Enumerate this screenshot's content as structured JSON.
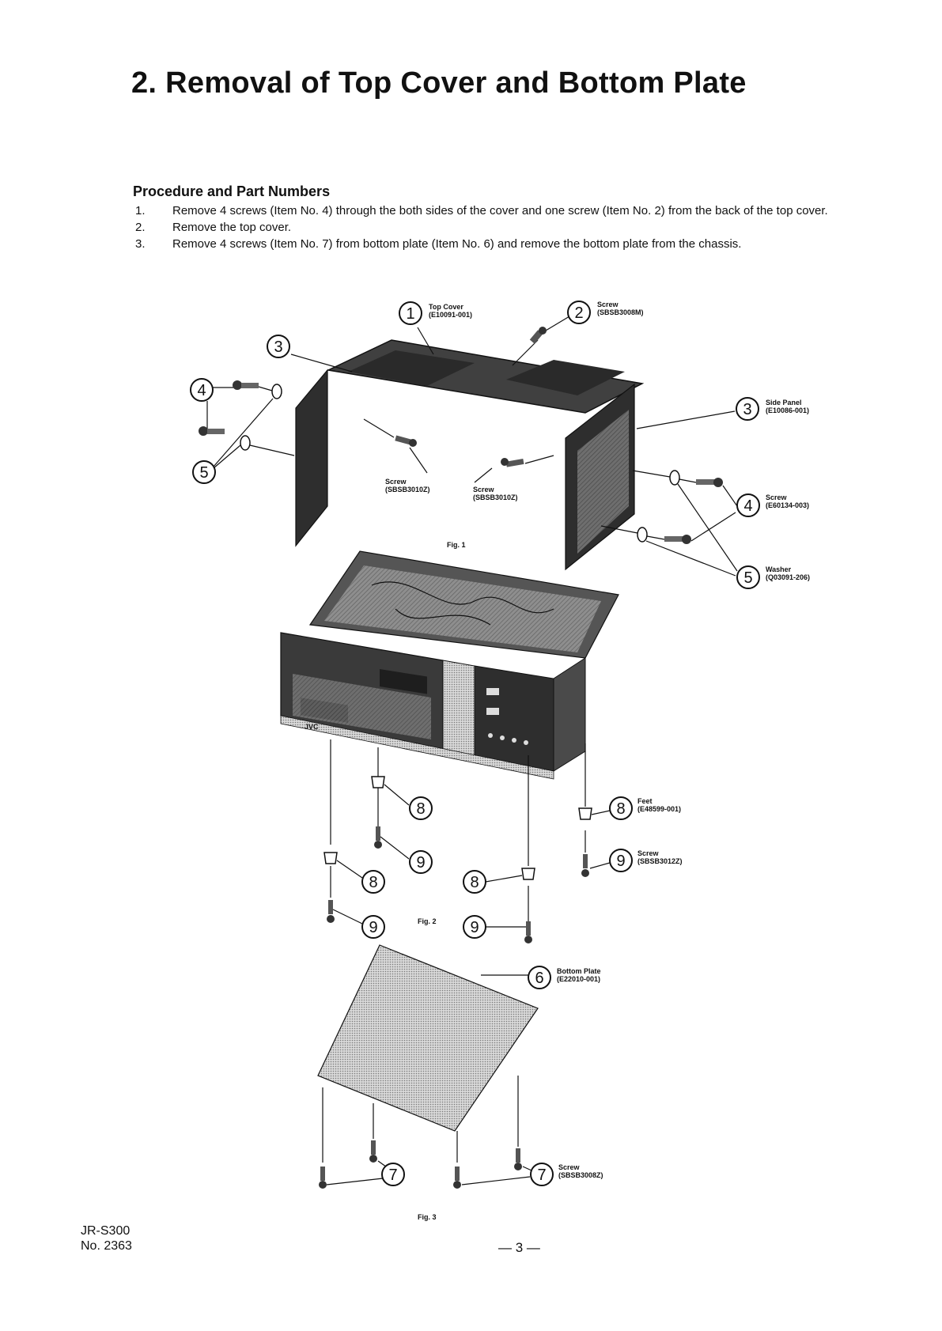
{
  "heading": "2. Removal of Top Cover and Bottom Plate",
  "procedure": {
    "heading": "Procedure and Part Numbers",
    "steps": [
      {
        "num": "1.",
        "text": "Remove 4 screws (Item No. 4) through the both sides of the cover and one screw (Item No. 2) from the back of the top cover."
      },
      {
        "num": "2.",
        "text": "Remove the top cover."
      },
      {
        "num": "3.",
        "text": "Remove 4 screws (Item No. 7) from bottom plate (Item No. 6) and remove the bottom plate from the chassis."
      }
    ]
  },
  "fig1": {
    "caption": "Fig. 1",
    "callouts": {
      "c1": {
        "num": "1",
        "name": "Top Cover",
        "part": "(E10091-001)"
      },
      "c2": {
        "num": "2",
        "name": "Screw",
        "part": "(SBSB3008M)"
      },
      "c3_left": {
        "num": "3"
      },
      "c4_left": {
        "num": "4"
      },
      "c5_left": {
        "num": "5"
      },
      "c3_right": {
        "num": "3",
        "name": "Side Panel",
        "part": "(E10086-001)"
      },
      "c4_right": {
        "num": "4",
        "name": "Screw",
        "part": "(E60134-003)"
      },
      "c5_right": {
        "num": "5",
        "name": "Washer",
        "part": "(Q03091-206)"
      }
    },
    "screw_a": {
      "name": "Screw",
      "part": "(SBSB3010Z)"
    },
    "screw_b": {
      "name": "Screw",
      "part": "(SBSB3010Z)"
    }
  },
  "fig2": {
    "caption": "Fig. 2",
    "brand": "JVC",
    "callouts": {
      "c8_right": {
        "num": "8",
        "name": "Feet",
        "part": "(E48599-001)"
      },
      "c9_right": {
        "num": "9",
        "name": "Screw",
        "part": "(SBSB3012Z)"
      },
      "c8": "8",
      "c9": "9"
    }
  },
  "fig3": {
    "caption": "Fig. 3",
    "callouts": {
      "c6": {
        "num": "6",
        "name": "Bottom Plate",
        "part": "(E22010-001)"
      },
      "c7_right": {
        "num": "7",
        "name": "Screw",
        "part": "(SBSB3008Z)"
      },
      "c7": "7"
    }
  },
  "footer": {
    "model": "JR-S300",
    "number": "No. 2363",
    "page": "— 3 —"
  },
  "colors": {
    "ink": "#111111",
    "panel_dark": "#3a3a3a",
    "panel_mid": "#8a8a8a",
    "paper": "#ffffff"
  }
}
